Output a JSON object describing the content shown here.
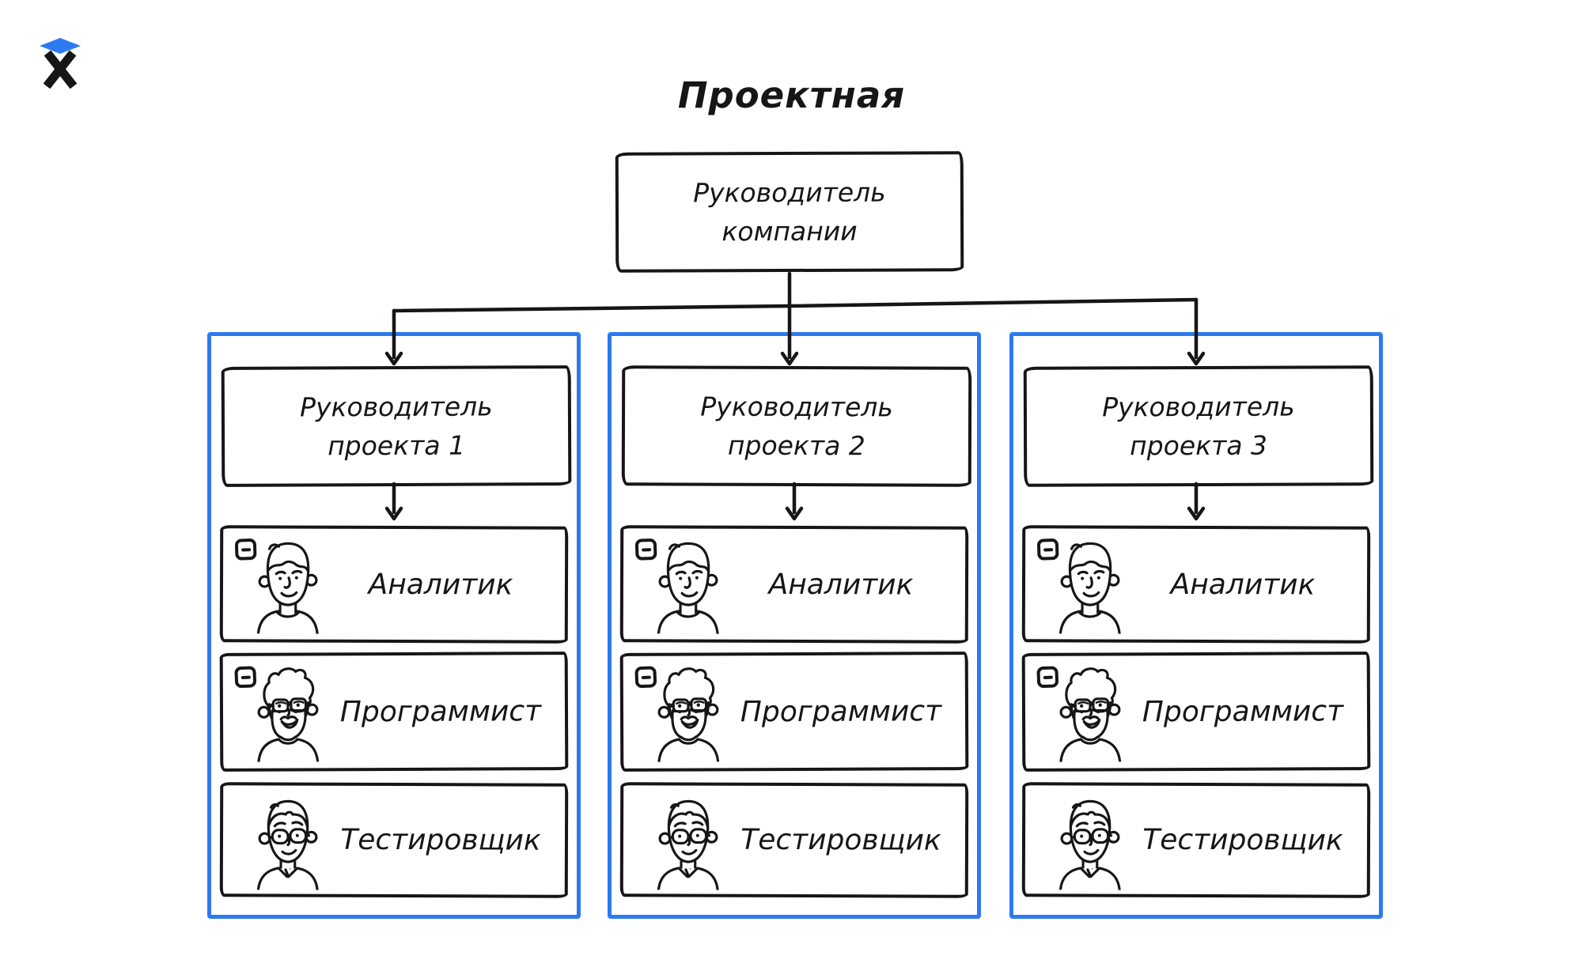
{
  "title": "Проектная",
  "logo": {
    "name": "hexlet-logo",
    "diamond_color": "#2b7af0",
    "x_color": "#161616"
  },
  "colors": {
    "accent_blue": "#2b7af0",
    "ink": "#161616",
    "background": "#ffffff"
  },
  "icons": {
    "minus": "minus-icon",
    "arrow": "down-arrow",
    "avatars": [
      "analyst-avatar",
      "programmer-avatar",
      "tester-avatar"
    ]
  },
  "org": {
    "root": {
      "line1": "Руководитель",
      "line2": "компании"
    },
    "columns": [
      {
        "manager": {
          "line1": "Руководитель",
          "line2": "проекта 1"
        },
        "roles": [
          {
            "label": "Аналитик",
            "minus_badge": true
          },
          {
            "label": "Программист",
            "minus_badge": true
          },
          {
            "label": "Тестировщик",
            "minus_badge": false
          }
        ]
      },
      {
        "manager": {
          "line1": "Руководитель",
          "line2": "проекта 2"
        },
        "roles": [
          {
            "label": "Аналитик",
            "minus_badge": true
          },
          {
            "label": "Программист",
            "minus_badge": true
          },
          {
            "label": "Тестировщик",
            "minus_badge": false
          }
        ]
      },
      {
        "manager": {
          "line1": "Руководитель",
          "line2": "проекта 3"
        },
        "roles": [
          {
            "label": "Аналитик",
            "minus_badge": true
          },
          {
            "label": "Программист",
            "minus_badge": true
          },
          {
            "label": "Тестировщик",
            "minus_badge": false
          }
        ]
      }
    ]
  }
}
